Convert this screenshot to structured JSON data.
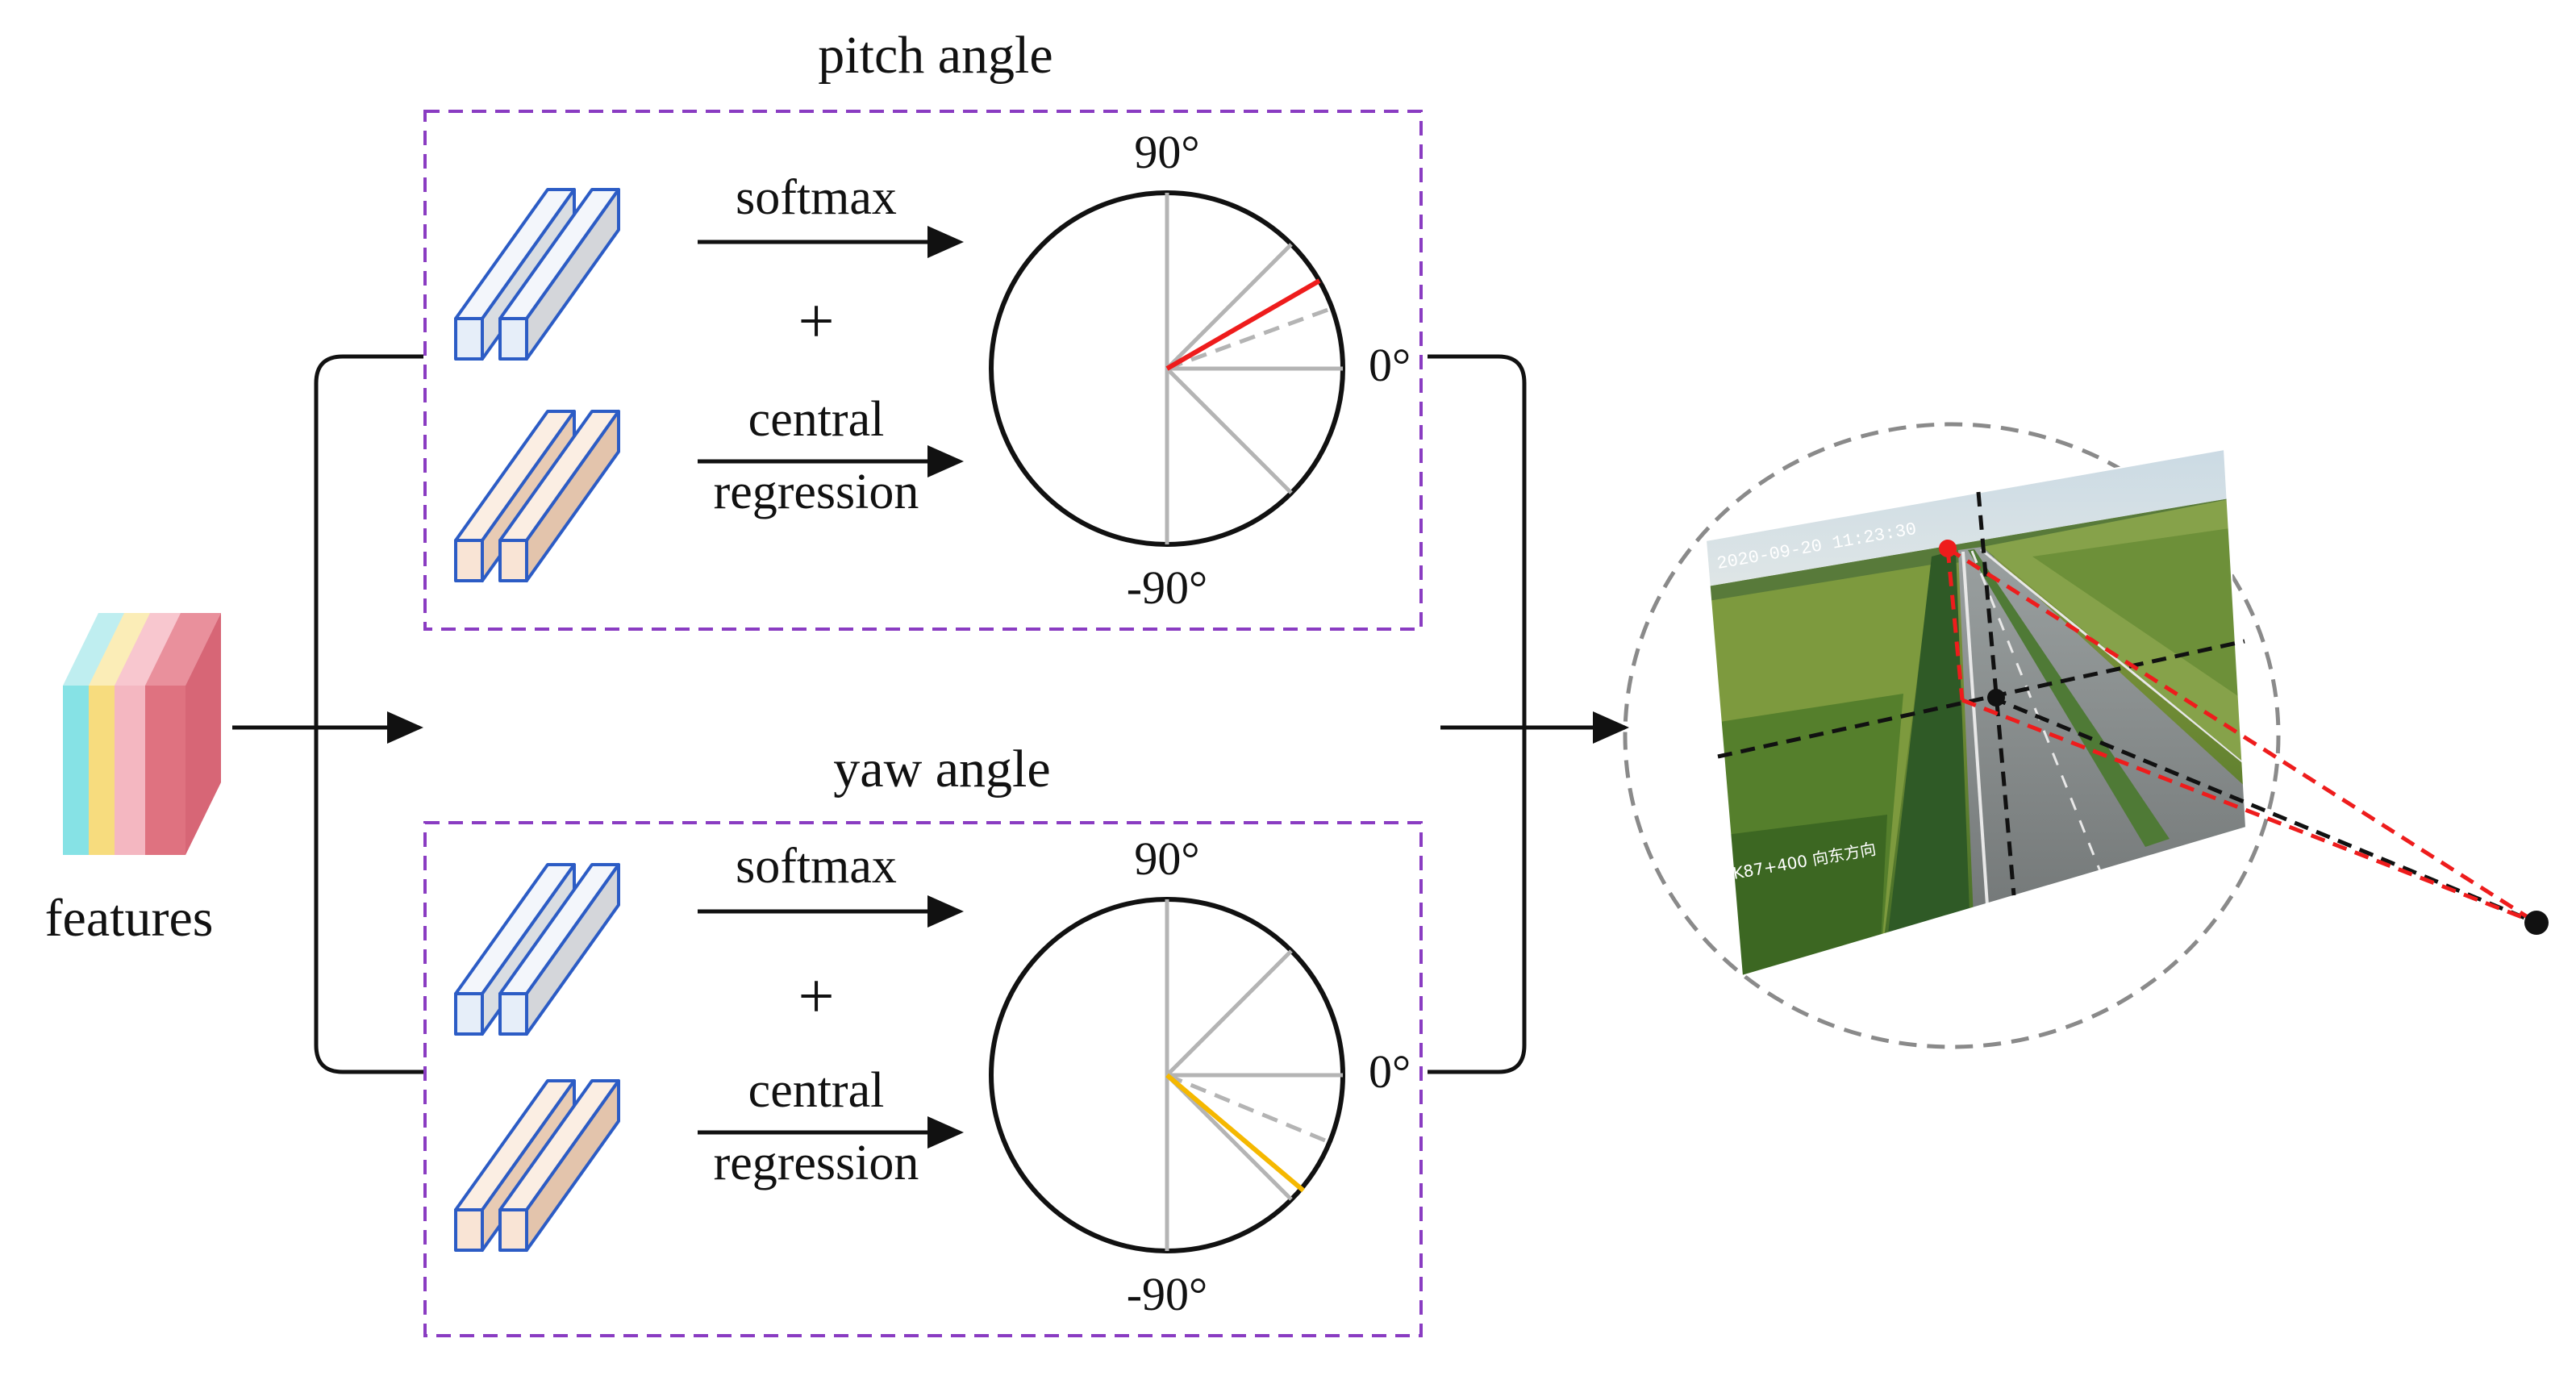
{
  "input": {
    "label": "features"
  },
  "pitch": {
    "title": "pitch angle",
    "branch_top": "softmax",
    "plus": "+",
    "branch_bottom_line1": "central",
    "branch_bottom_line2": "regression",
    "tick_top": "90°",
    "tick_right": "0°",
    "tick_bottom": "-90°"
  },
  "yaw": {
    "title": "yaw angle",
    "branch_top": "softmax",
    "plus": "+",
    "branch_bottom_line1": "central",
    "branch_bottom_line2": "regression",
    "tick_top": "90°",
    "tick_right": "0°",
    "tick_bottom": "-90°"
  },
  "camera_image": {
    "timestamp_text": "2020-09-20 11:23:30",
    "caption_text": "K87+400 向东方向"
  },
  "colors": {
    "panel_border": "#8a3cc2",
    "block_blue": "#2c5cc5",
    "block_light": "#e8eef8",
    "block_tan": "#f7e2d2",
    "pitch_prediction": "#ee1c1c",
    "yaw_prediction": "#f5b800",
    "bin_lines": "#b4b4b4",
    "feature_cyan": "#7fdde0",
    "feature_yellow": "#f7dc7e",
    "feature_red": "#df7280",
    "feature_pink": "#f4b7c1"
  }
}
